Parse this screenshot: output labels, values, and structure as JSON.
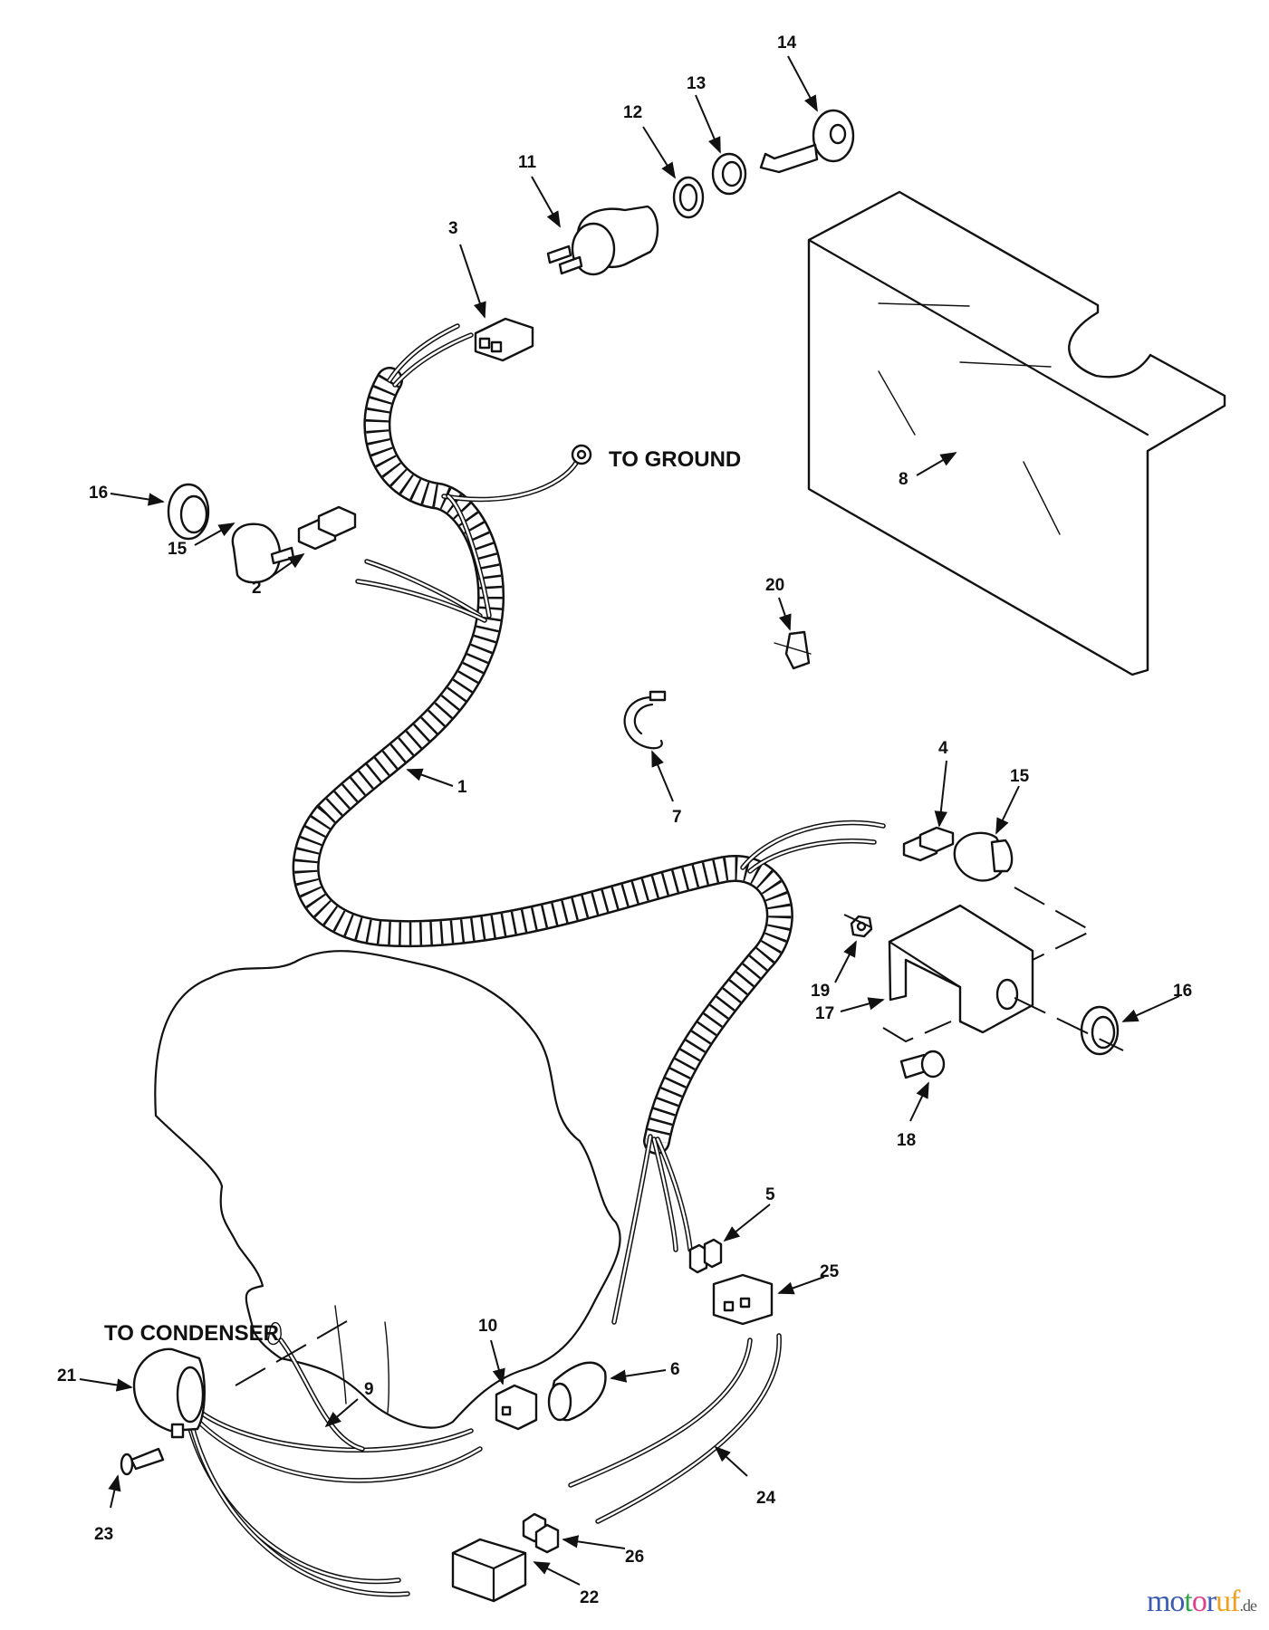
{
  "diagram": {
    "type": "exploded-parts-wiring-harness",
    "callouts": [
      "1",
      "2",
      "3",
      "4",
      "5",
      "6",
      "7",
      "8",
      "9",
      "10",
      "11",
      "12",
      "13",
      "14",
      "15",
      "15",
      "16",
      "16",
      "17",
      "18",
      "19",
      "20",
      "21",
      "22",
      "23",
      "24",
      "25",
      "26"
    ],
    "notes": {
      "to_ground": "TO GROUND",
      "to_condenser": "TO CONDENSER"
    }
  },
  "watermark": {
    "letters": [
      "m",
      "o",
      "t",
      "o",
      "r",
      "u",
      "f"
    ],
    "colors": [
      "#3b5bb5",
      "#3b5bb5",
      "#33a04a",
      "#e0408a",
      "#3b5bb5",
      "#f0a020",
      "#f0a020"
    ],
    "suffix": ".de"
  }
}
